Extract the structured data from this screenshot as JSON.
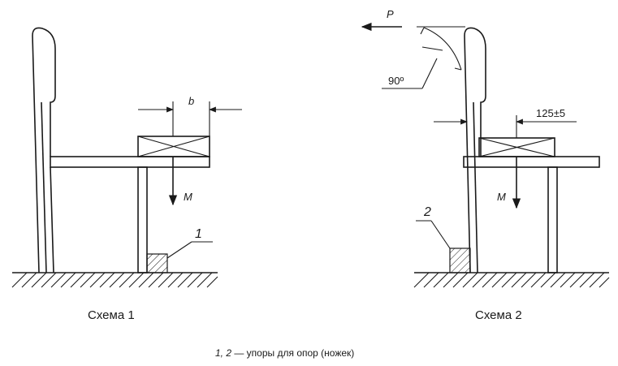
{
  "scheme1": {
    "caption": "Схема 1",
    "dim_label": "b",
    "moment_label": "M",
    "stop_label": "1"
  },
  "scheme2": {
    "caption": "Схема 2",
    "force_label": "P",
    "angle_label": "90º",
    "dim_label": "125±5",
    "moment_label": "M",
    "stop_label": "2"
  },
  "legend": {
    "numbers": "1, 2",
    "text": " — упоры для опор (ножек)"
  }
}
